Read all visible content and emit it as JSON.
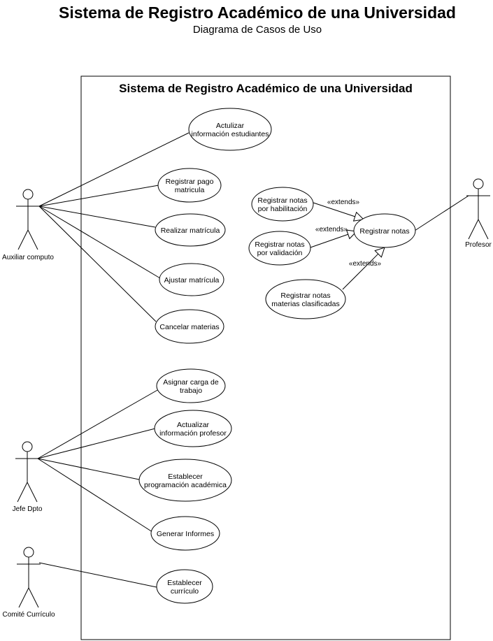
{
  "title": "Sistema de Registro Académico de una Universidad",
  "subtitle": "Diagrama de Casos de Uso",
  "system": {
    "name": "Sistema de Registro Académico de una Universidad"
  },
  "actors": [
    {
      "id": "auxiliar",
      "label": "Auxiliar computo"
    },
    {
      "id": "jefe",
      "label": "Jefe Dpto"
    },
    {
      "id": "comite",
      "label": "Comité Currículo"
    },
    {
      "id": "profesor",
      "label": "Profesor"
    }
  ],
  "use_cases": [
    {
      "id": "uc1",
      "lines": [
        "Actulizar",
        "información estudiantes"
      ]
    },
    {
      "id": "uc2",
      "lines": [
        "Registrar pago",
        "matricula"
      ]
    },
    {
      "id": "uc3",
      "lines": [
        "Realizar matrícula"
      ]
    },
    {
      "id": "uc4",
      "lines": [
        "Ajustar matrícula"
      ]
    },
    {
      "id": "uc5",
      "lines": [
        "Cancelar materias"
      ]
    },
    {
      "id": "uc6",
      "lines": [
        "Asignar carga de",
        "trabajo"
      ]
    },
    {
      "id": "uc7",
      "lines": [
        "Actualizar",
        "información profesor"
      ]
    },
    {
      "id": "uc8",
      "lines": [
        "Establecer",
        "programación académica"
      ]
    },
    {
      "id": "uc9",
      "lines": [
        "Generar Informes"
      ]
    },
    {
      "id": "uc10",
      "lines": [
        "Establecer",
        "currículo"
      ]
    },
    {
      "id": "uc11",
      "lines": [
        "Registrar notas",
        "por habilitación"
      ]
    },
    {
      "id": "uc12",
      "lines": [
        "Registrar notas",
        "por validación"
      ]
    },
    {
      "id": "uc13",
      "lines": [
        "Registrar notas",
        "materias clasificadas"
      ]
    },
    {
      "id": "uc14",
      "lines": [
        "Registrar notas"
      ]
    }
  ],
  "associations": [
    {
      "actor": "auxiliar",
      "use_case": "uc1"
    },
    {
      "actor": "auxiliar",
      "use_case": "uc2"
    },
    {
      "actor": "auxiliar",
      "use_case": "uc3"
    },
    {
      "actor": "auxiliar",
      "use_case": "uc4"
    },
    {
      "actor": "auxiliar",
      "use_case": "uc5"
    },
    {
      "actor": "jefe",
      "use_case": "uc6"
    },
    {
      "actor": "jefe",
      "use_case": "uc7"
    },
    {
      "actor": "jefe",
      "use_case": "uc8"
    },
    {
      "actor": "jefe",
      "use_case": "uc9"
    },
    {
      "actor": "comite",
      "use_case": "uc10"
    },
    {
      "actor": "profesor",
      "use_case": "uc14"
    }
  ],
  "extends": [
    {
      "from": "uc11",
      "to": "uc14",
      "label": "«extends»"
    },
    {
      "from": "uc12",
      "to": "uc14",
      "label": "«extends»"
    },
    {
      "from": "uc13",
      "to": "uc14",
      "label": "«extends»"
    }
  ]
}
